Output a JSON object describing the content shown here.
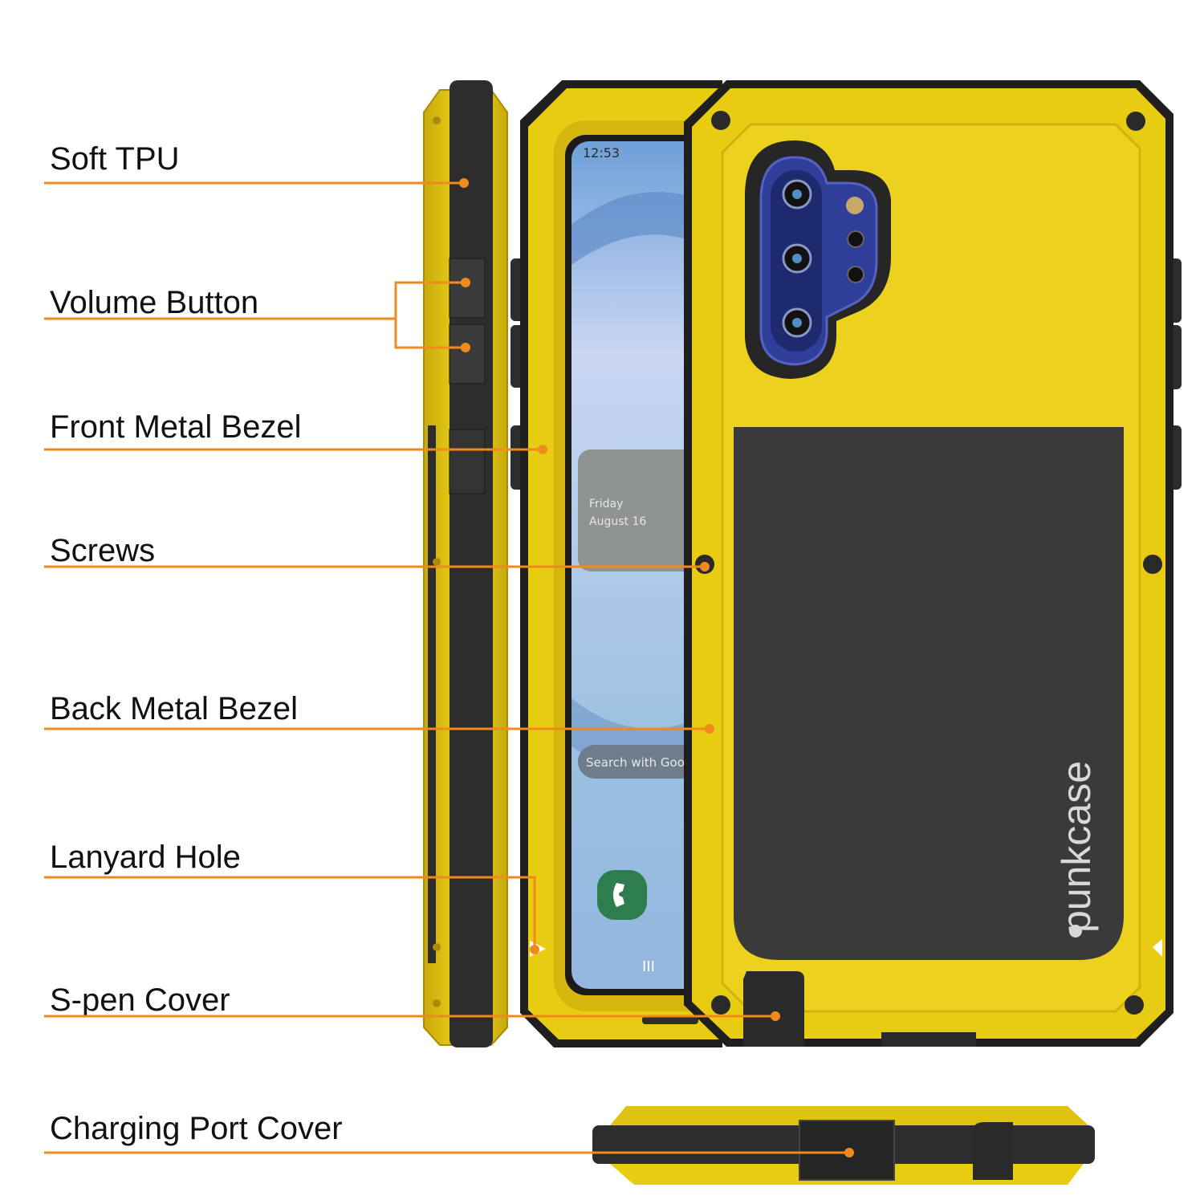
{
  "labels": {
    "soft_tpu": "Soft TPU",
    "volume_button": "Volume Button",
    "front_metal_bezel": "Front Metal Bezel",
    "screws": "Screws",
    "back_metal_bezel": "Back Metal Bezel",
    "lanyard_hole": "Lanyard Hole",
    "s_pen_cover": "S-pen Cover",
    "charging_port_cover": "Charging Port Cover"
  },
  "screen": {
    "time": "12:53",
    "day": "Friday",
    "date": "August 16",
    "search": "Search with Goo",
    "nav": "III"
  },
  "brand": {
    "name": "punkcase"
  },
  "colors": {
    "leader": "#f08a1c",
    "case_yellow": "#e8cc12",
    "tpu_black": "#2d2d2d",
    "panel_dark": "#3a3a3a"
  }
}
